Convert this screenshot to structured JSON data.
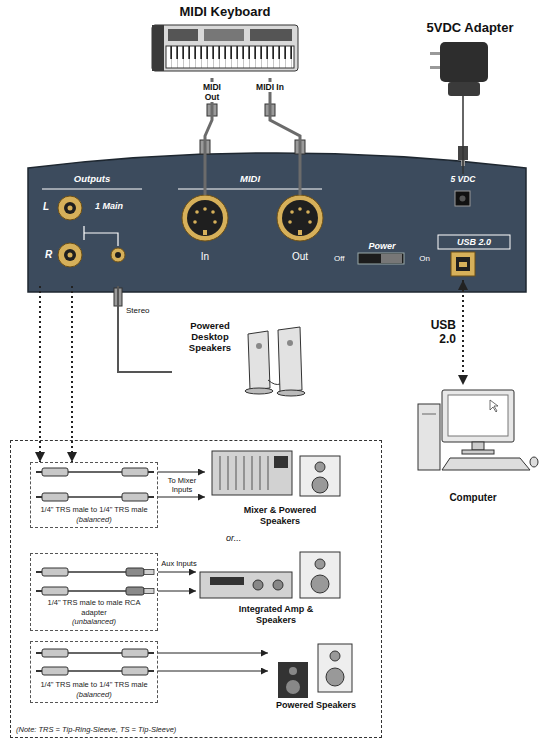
{
  "diagram": {
    "nodes": [
      {
        "text": [
          "MIDI Keyboard"
        ]
      },
      {
        "text": [
          "5VDC Adapter"
        ]
      },
      {
        "text": [
          "Outputs"
        ]
      },
      {
        "text": [
          "MIDI"
        ]
      },
      {
        "text": [
          "In"
        ],
        "in": 3
      },
      {
        "text": [
          "Out"
        ],
        "in": 3
      },
      {
        "text": [
          "5 VDC"
        ]
      },
      {
        "text": [
          "Power",
          "Off",
          "On"
        ]
      },
      {
        "text": [
          "USB 2.0"
        ]
      },
      {
        "text": [
          "Powered Desktop Speakers"
        ]
      },
      {
        "text": [
          "Computer"
        ]
      },
      {
        "text": [
          "(Note: TRS = Tip-Ring-Sleeve, TS = Tip-Sleeve)"
        ]
      },
      {
        "text": [
          "1/4\" TRS male to 1/4\" TRS male",
          "(balanced)"
        ],
        "in": 11
      },
      {
        "text": [
          "Mixer & Powered Speakers"
        ],
        "in": 11
      },
      {
        "text": [
          "1/4\" TRS male to male RCA adapter",
          "(unbalanced)"
        ],
        "in": 11
      },
      {
        "text": [
          "Integrated Amp & Speakers"
        ],
        "in": 11
      },
      {
        "text": [
          "1/4\" TRS male to 1/4\" TRS male",
          "(balanced)"
        ],
        "in": 11
      },
      {
        "text": [
          "Powered Speakers"
        ],
        "in": 11
      }
    ],
    "edges": [
      {
        "from": 0,
        "to": 4,
        "arrow": "none",
        "label": "MIDI Out"
      },
      {
        "from": 5,
        "to": 0,
        "arrow": "none",
        "label": "MIDI In"
      },
      {
        "from": 1,
        "to": 6,
        "arrow": "none"
      },
      {
        "from": 8,
        "to": 10,
        "arrow": "both",
        "label": "USB 2.0"
      },
      {
        "from": 2,
        "to": 9,
        "arrow": "none",
        "label": "Stereo"
      },
      {
        "from": 2,
        "to": 12,
        "arrow": "to"
      },
      {
        "from": 2,
        "to": 12,
        "arrow": "to"
      },
      {
        "from": 12,
        "to": 13,
        "arrow": "to",
        "label": "To Mixer Inputs"
      },
      {
        "from": 12,
        "to": 13,
        "arrow": "to"
      },
      {
        "from": 14,
        "to": 15,
        "arrow": "to",
        "label": "Aux Inputs"
      },
      {
        "from": 14,
        "to": 15,
        "arrow": "to"
      },
      {
        "from": 16,
        "to": 17,
        "arrow": "to"
      },
      {
        "from": 16,
        "to": 17,
        "arrow": "to"
      }
    ],
    "labels": [
      "L",
      "1 Main",
      "R",
      "or..."
    ]
  }
}
